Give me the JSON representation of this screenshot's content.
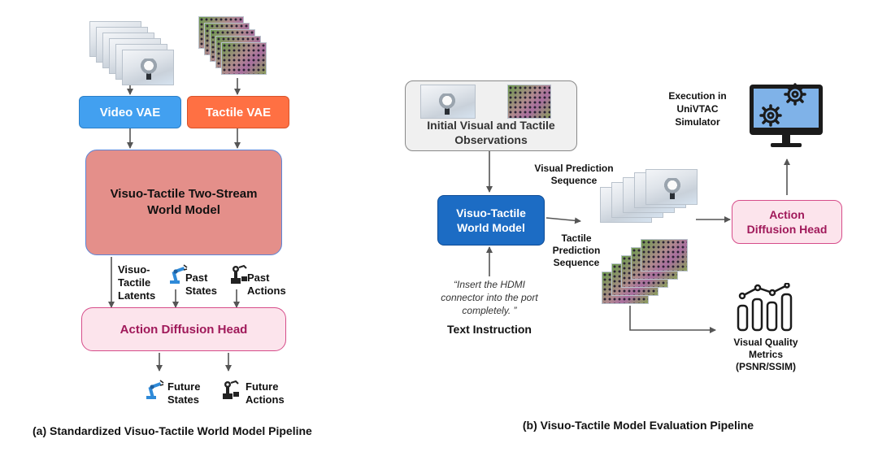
{
  "left": {
    "video_vae": "Video VAE",
    "tactile_vae": "Tactile VAE",
    "world_model": "Visuo-Tactile Two-Stream World Model",
    "latents": "Visuo-Tactile Latents",
    "past_states": "Past States",
    "past_actions": "Past Actions",
    "action_head": "Action Diffusion Head",
    "future_states": "Future States",
    "future_actions": "Future Actions",
    "caption": "(a) Standardized Visuo-Tactile World Model Pipeline"
  },
  "right": {
    "observations": "Initial Visual and Tactile Observations",
    "world_model": "Visuo-Tactile World Model",
    "instruction_quote": "“Insert the HDMI connector into the port completely. ”",
    "instruction_label": "Text Instruction",
    "visual_prediction": "Visual Prediction Sequence",
    "tactile_prediction": "Tactile Prediction Sequence",
    "action_head": "Action Diffusion Head",
    "simulator": "Execution in UniVTAC Simulator",
    "metrics": "Visual Quality Metrics (PSNR/SSIM)",
    "caption": "(b) Visuo-Tactile Model Evaluation Pipeline"
  },
  "colors": {
    "video_vae": "#42a0f0",
    "tactile_vae": "#ff7043",
    "world_model_left": "#e48f8a",
    "world_model_right": "#1c6cc4",
    "action_head_fill": "#fce4ec",
    "action_head_text": "#a0195a",
    "observations_fill": "#f0f0f0"
  }
}
